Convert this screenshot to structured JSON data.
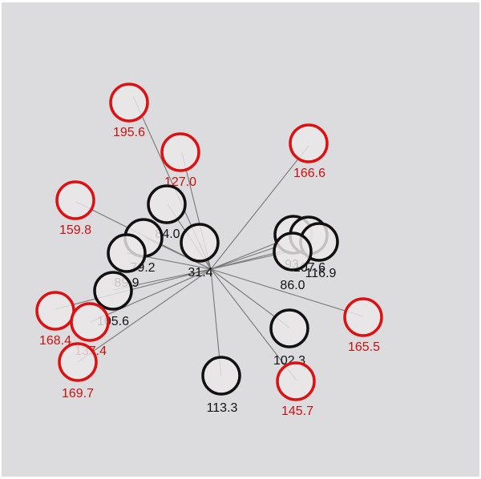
{
  "colors": {
    "background": "#dcdbde",
    "node_fill": "#ebe8ea",
    "normal_stroke": "#111111",
    "highlight_stroke": "#dd1111",
    "normal_text": "#111111",
    "highlight_text": "#cc1111",
    "edge": "#777777"
  },
  "center_label": "31.4",
  "nodes": [
    {
      "label": "195.6",
      "highlight": true
    },
    {
      "label": "127.0",
      "highlight": true
    },
    {
      "label": "166.6",
      "highlight": true
    },
    {
      "label": "159.8",
      "highlight": true
    },
    {
      "label": "84.0",
      "highlight": false
    },
    {
      "label": "79.2",
      "highlight": false
    },
    {
      "label": "89.9",
      "highlight": false
    },
    {
      "label": "93",
      "highlight": false
    },
    {
      "label": "107.6",
      "highlight": false
    },
    {
      "label": "116.9",
      "highlight": false
    },
    {
      "label": "86.0",
      "highlight": false
    },
    {
      "label": "105.6",
      "highlight": false
    },
    {
      "label": "168.4",
      "highlight": true
    },
    {
      "label": "137.4",
      "highlight": true
    },
    {
      "label": "169.7",
      "highlight": true
    },
    {
      "label": "165.5",
      "highlight": true
    },
    {
      "label": "102.3",
      "highlight": false
    },
    {
      "label": "145.7",
      "highlight": true
    },
    {
      "label": "113.3",
      "highlight": false
    }
  ]
}
